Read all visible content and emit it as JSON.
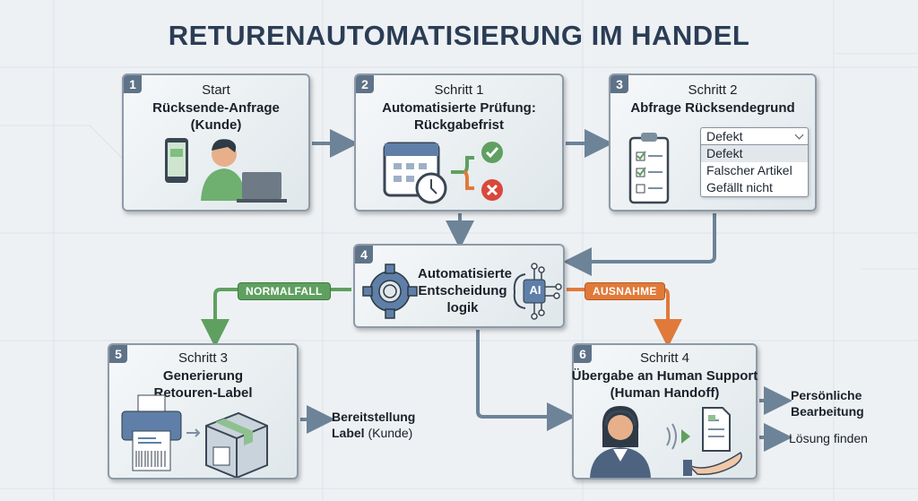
{
  "title": "RETURENAUTOMATISIERUNG IM HANDEL",
  "steps": [
    {
      "num": "1",
      "sub": "Start",
      "head1": "Rücksende-Anfrage",
      "head2": "(Kunde)"
    },
    {
      "num": "2",
      "sub": "Schritt 1",
      "head1": "Automatisierte Prüfung:",
      "head2": "Rückgabefrist"
    },
    {
      "num": "3",
      "sub": "Schritt 2",
      "head1": "Abfrage Rücksendegrund",
      "dropdown": {
        "selected": "Defekt",
        "options": [
          "Defekt",
          "Falscher Artikel",
          "Gefällt nicht"
        ]
      }
    },
    {
      "num": "4",
      "head1": "Automatisierte",
      "head2": "Entscheidung",
      "head3": "logik",
      "ai": "AI"
    },
    {
      "num": "5",
      "sub": "Schritt 3",
      "head1": "Generierung",
      "head2": "Retouren-Label"
    },
    {
      "num": "6",
      "sub": "Schritt 4",
      "head1": "Übergabe an Human Support",
      "head2": "(Human Handoff)"
    }
  ],
  "branches": {
    "normal": "NORMALFALL",
    "exception": "AUSNAHME"
  },
  "outputs": {
    "label_bold": "Bereitstellung",
    "label_line2_bold": "Label",
    "label_line2": "(Kunde)",
    "personal1": "Persönliche",
    "personal2": "Bearbeitung",
    "solution": "Lösung finden"
  },
  "colors": {
    "normal": "#5fa060",
    "exception": "#e07a3a",
    "arrow": "#6d8398",
    "title": "#2b3d55"
  }
}
